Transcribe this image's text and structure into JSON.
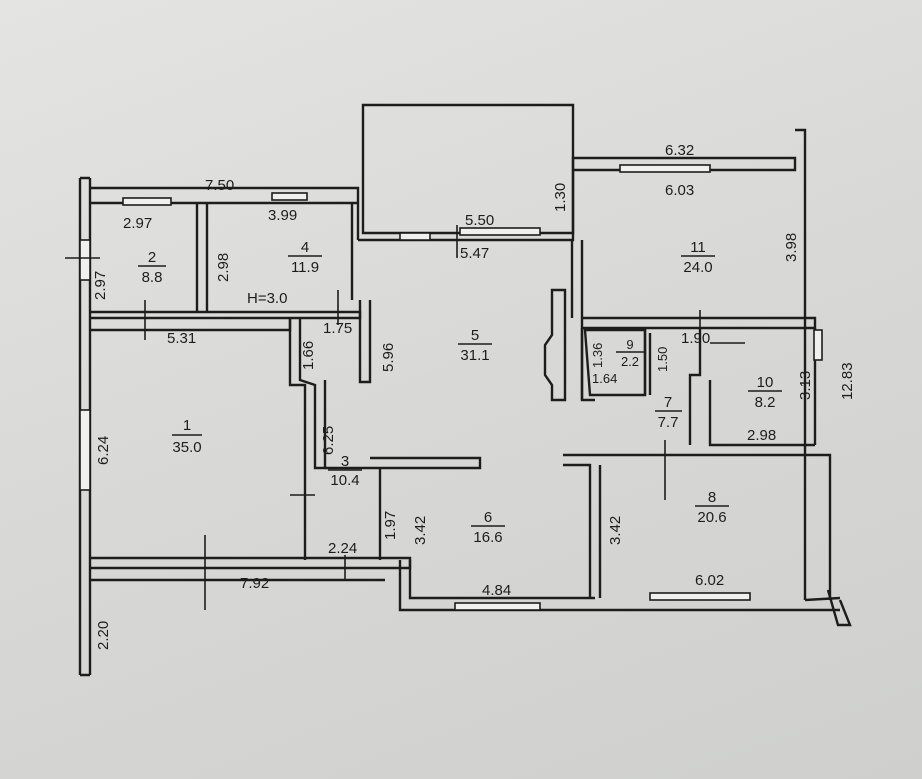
{
  "rooms": [
    {
      "number": "1",
      "area": "35.0"
    },
    {
      "number": "2",
      "area": "8.8"
    },
    {
      "number": "3",
      "area": "10.4"
    },
    {
      "number": "4",
      "area": "11.9"
    },
    {
      "number": "5",
      "area": "31.1"
    },
    {
      "number": "6",
      "area": "16.6"
    },
    {
      "number": "7",
      "area": "7.7"
    },
    {
      "number": "8",
      "area": "20.6"
    },
    {
      "number": "9",
      "area": "2.2"
    },
    {
      "number": "10",
      "area": "8.2"
    },
    {
      "number": "11",
      "area": "24.0"
    }
  ],
  "ceiling_height": "H=3.0",
  "dimensions": {
    "top_left_outer": "7.50",
    "room2_width": "2.97",
    "room2_height": "2.97",
    "room4_width": "3.99",
    "room4_height": "2.98",
    "room1_width": "5.31",
    "room1_height": "6.24",
    "room1_bottom": "7.92",
    "left_lower": "2.20",
    "passage_width": "1.75",
    "room3_upper": "1.66",
    "room3_height": "6.25",
    "room3_lower": "1.97",
    "room3_bottom": "2.24",
    "room5_height": "5.96",
    "balcony_outer": "5.50",
    "balcony_inner": "5.47",
    "balcony_depth": "1.30",
    "room6_height": "3.42",
    "room6_width": "4.84",
    "room8_height": "3.42",
    "room8_width": "6.02",
    "room11_outer": "6.32",
    "room11_inner": "6.03",
    "room11_height": "3.98",
    "right_total": "12.83",
    "room9_height": "1.36",
    "room9_depth": "1.50",
    "room9_width": "1.64",
    "room7_width": "1.90",
    "room10_height": "3.13",
    "room10_width": "2.98"
  }
}
